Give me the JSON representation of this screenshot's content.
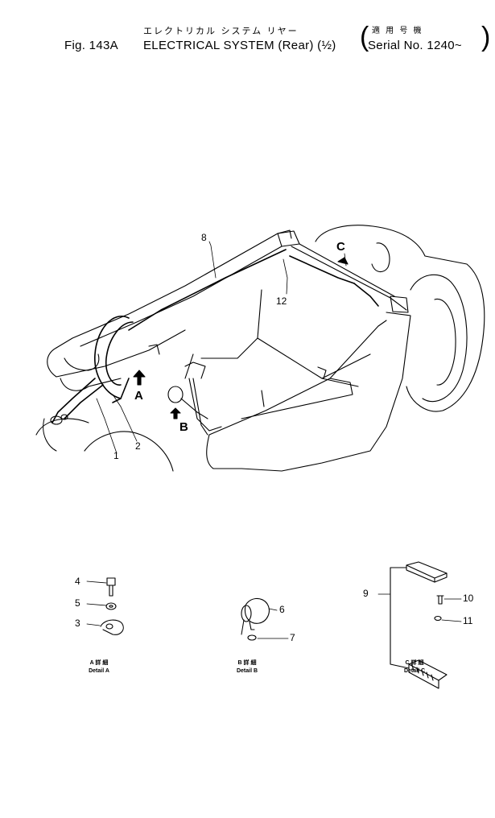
{
  "header": {
    "japanese_title": "エレクトリカル システム リヤー",
    "fig_label": "Fig. 143A",
    "title": "ELECTRICAL SYSTEM (Rear) (½)",
    "applicable_jp": "適 用 号 機",
    "serial": "Serial No. 1240~"
  },
  "callouts": {
    "main": [
      "8",
      "12",
      "1",
      "2"
    ],
    "view_markers": [
      "A",
      "B",
      "C"
    ],
    "detail_a": [
      "4",
      "5",
      "3"
    ],
    "detail_b": [
      "6",
      "7"
    ],
    "detail_c": [
      "9",
      "10",
      "11"
    ]
  },
  "captions": {
    "a_jp": "A 詳 細",
    "a_en": "Detail A",
    "b_jp": "B 詳 細",
    "b_en": "Detail B",
    "c_jp": "C 詳 細",
    "c_en": "Detail C"
  }
}
